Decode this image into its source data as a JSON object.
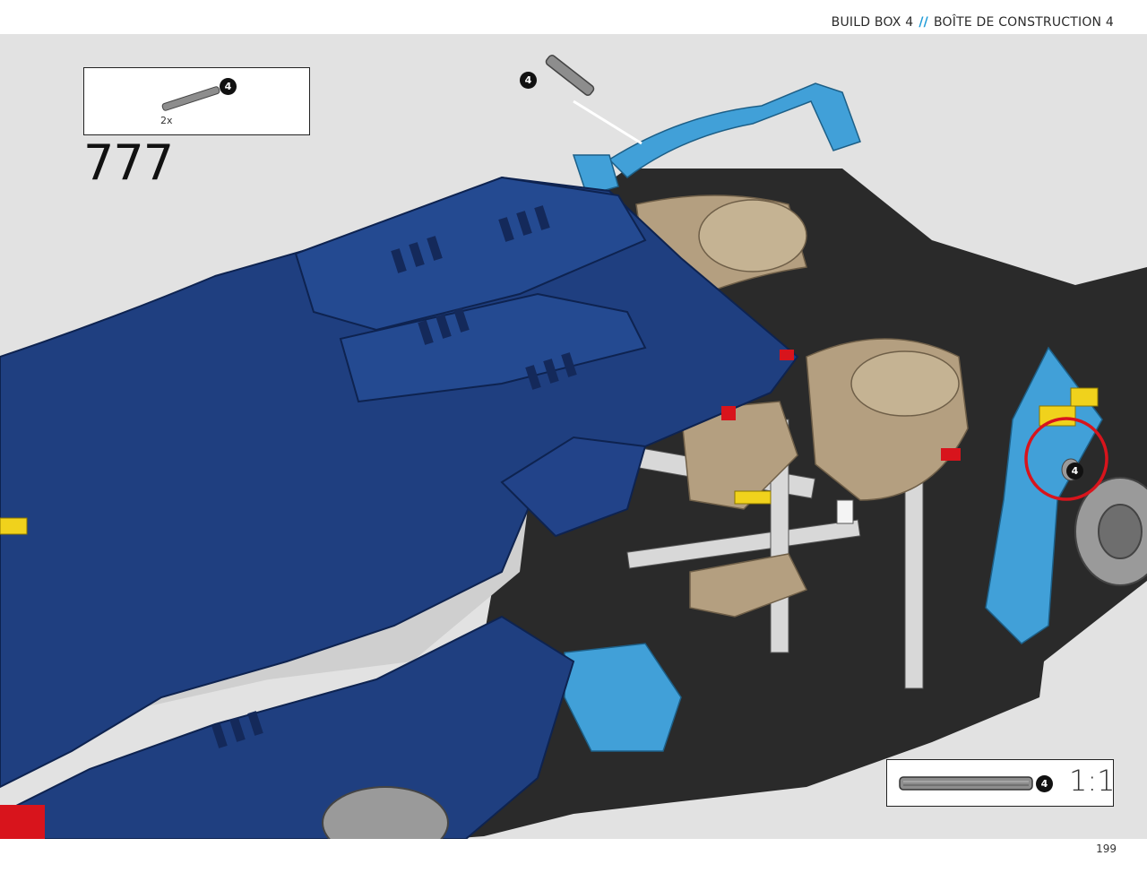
{
  "header": {
    "title_en": "BUILD BOX 4",
    "separator": "//",
    "title_fr": "BOÎTE DE CONSTRUCTION 4",
    "accent_color": "#1e9bd7"
  },
  "step": {
    "number": "777",
    "parts_list": [
      {
        "part": "gray-axle-length-4",
        "badge": "4",
        "quantity": "2x"
      }
    ]
  },
  "callouts": {
    "axle_badge": "4",
    "circle_badge": "4",
    "highlight_color": "#d8141c"
  },
  "scale_reference": {
    "badge": "4",
    "scale": "1:1"
  },
  "model_colors": {
    "body_blue": "#1f3f80",
    "frame_black": "#2a2a2a",
    "light_blue": "#41a0d8",
    "tan": "#b49f80",
    "light_gray": "#cfcfcf"
  },
  "footer": {
    "page_number": "199"
  }
}
